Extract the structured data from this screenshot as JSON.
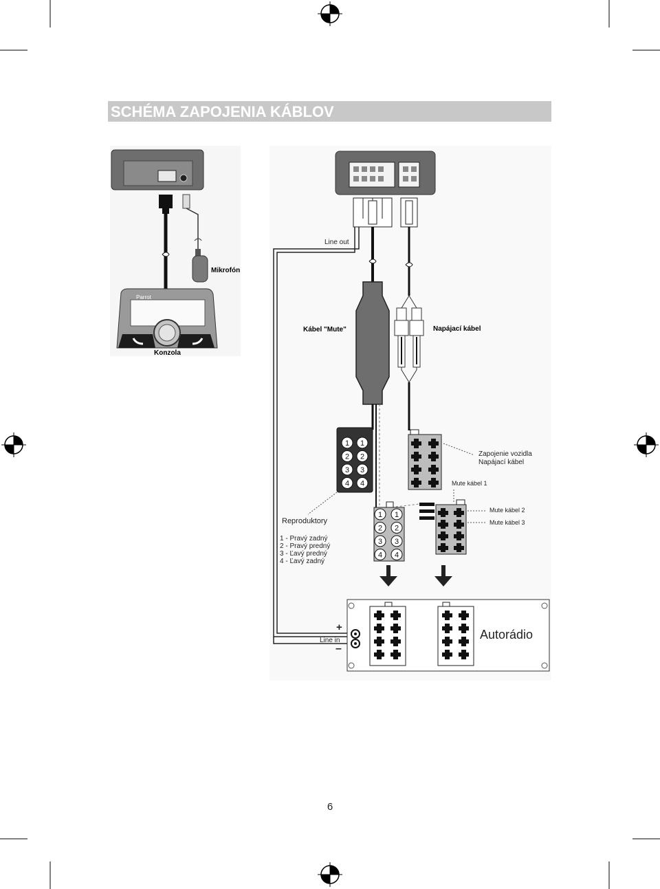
{
  "header": {
    "title": "SCHÉMA ZAPOJENIA KÁBLOV"
  },
  "labels": {
    "line_out": "Line out",
    "mikrofon": "Mikrofón",
    "konzola": "Konzola",
    "brand": "Parrot",
    "kabel_mute": "Kábel \"Mute\"",
    "napajaci_kabel": "Napájací kábel",
    "zapojenie_line1": "Zapojenie vozidla",
    "zapojenie_line2": "Napájací kábel",
    "mute_kabel_1": "Mute kábel 1",
    "mute_kabel_2": "Mute kábel 2",
    "mute_kabel_3": "Mute kábel 3",
    "reproduktory": "Reproduktory",
    "line_in": "Line in",
    "autoradio": "Autorádio"
  },
  "speaker_legend": [
    "1 - Pravý zadný",
    "2 - Pravý predný",
    "3 - Ľavý predný",
    "4 - Ľavý zadný"
  ],
  "pin_numbers": [
    "1",
    "2",
    "3",
    "4"
  ],
  "polarity": {
    "plus": "+",
    "minus": "–"
  },
  "footer": {
    "page_number": "6"
  }
}
